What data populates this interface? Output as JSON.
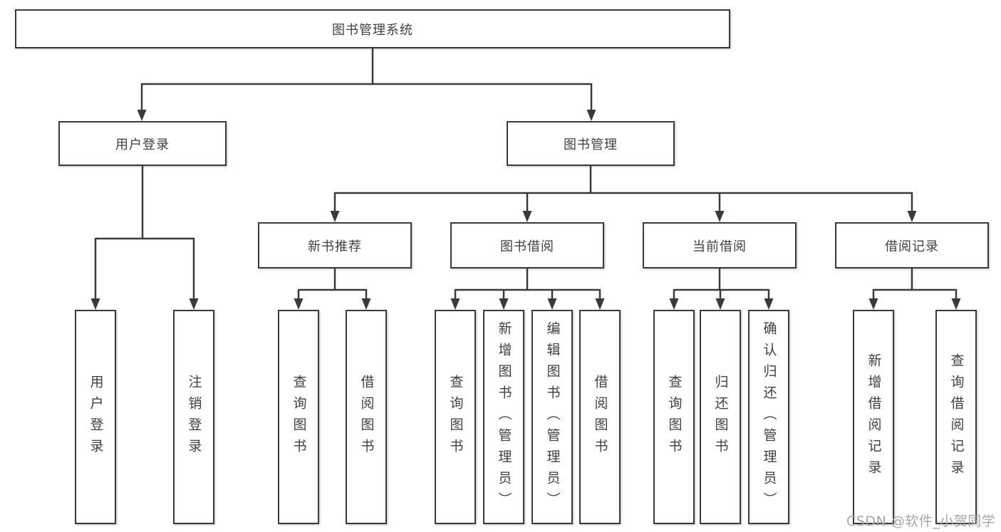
{
  "diagram_title": "图书管理系统",
  "watermark": {
    "text": "CSDN @软件_小贺同学"
  },
  "colors": {
    "line": "#3a3a3a",
    "box_border": "#3a3a3a",
    "text": "#3f3f44",
    "watermark": "#a6a6a6",
    "background": "#ffffff"
  },
  "tree": {
    "label": "图书管理系统",
    "children": [
      {
        "label": "用户登录",
        "children": [
          {
            "label": "用户登录"
          },
          {
            "label": "注销登录"
          }
        ]
      },
      {
        "label": "图书管理",
        "children": [
          {
            "label": "新书推荐",
            "children": [
              {
                "label": "查询图书"
              },
              {
                "label": "借阅图书"
              }
            ]
          },
          {
            "label": "图书借阅",
            "children": [
              {
                "label": "查询图书"
              },
              {
                "label": "新增图书（管理员）"
              },
              {
                "label": "编辑图书（管理员）"
              },
              {
                "label": "借阅图书"
              }
            ]
          },
          {
            "label": "当前借阅",
            "children": [
              {
                "label": "查询图书"
              },
              {
                "label": "归还图书"
              },
              {
                "label": "确认归还（管理员）"
              }
            ]
          },
          {
            "label": "借阅记录",
            "children": [
              {
                "label": "新增借阅记录"
              },
              {
                "label": "查询借阅记录"
              }
            ]
          }
        ]
      }
    ]
  }
}
